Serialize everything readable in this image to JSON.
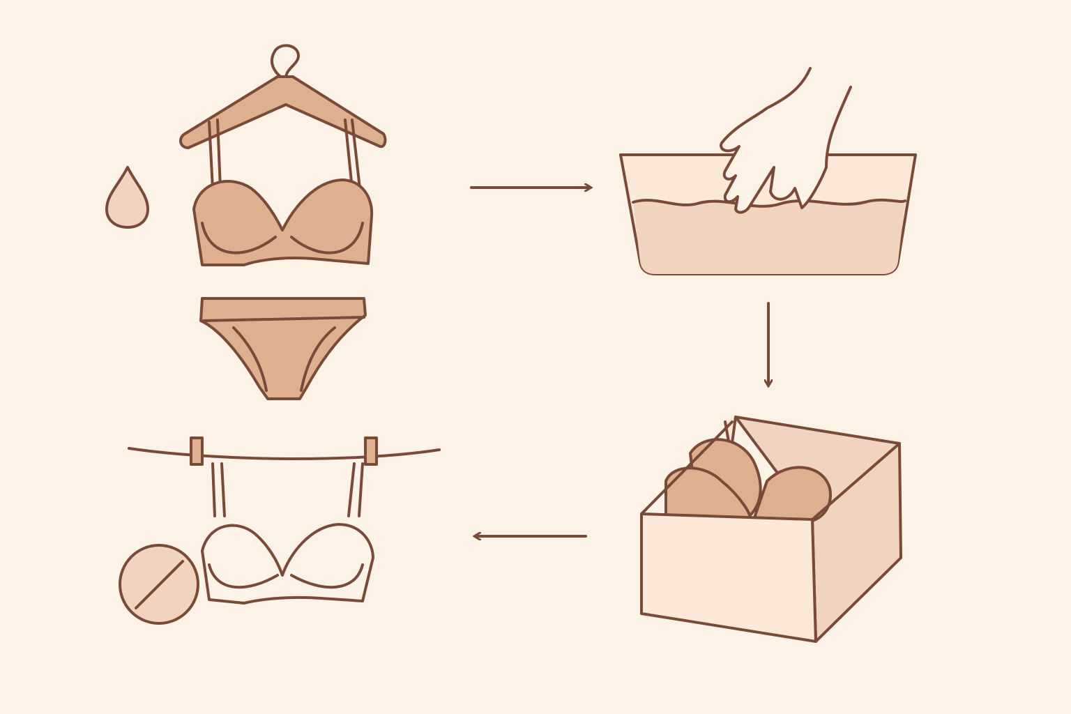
{
  "colors": {
    "background": "#fdf2e6",
    "outline": "#7a4a38",
    "garment": "#dfb08f",
    "light_fill": "#f0d4bf",
    "pale_fill": "#fbe8d8"
  },
  "steps": [
    {
      "icon": "bra-on-hanger-icon"
    },
    {
      "icon": "water-drop-icon"
    },
    {
      "icon": "panties-icon"
    },
    {
      "icon": "hand-washing-basin-icon"
    },
    {
      "icon": "storage-box-icon"
    },
    {
      "icon": "line-drying-bra-icon"
    },
    {
      "icon": "no-dryer-icon"
    }
  ],
  "arrows": [
    "right",
    "down",
    "left"
  ]
}
